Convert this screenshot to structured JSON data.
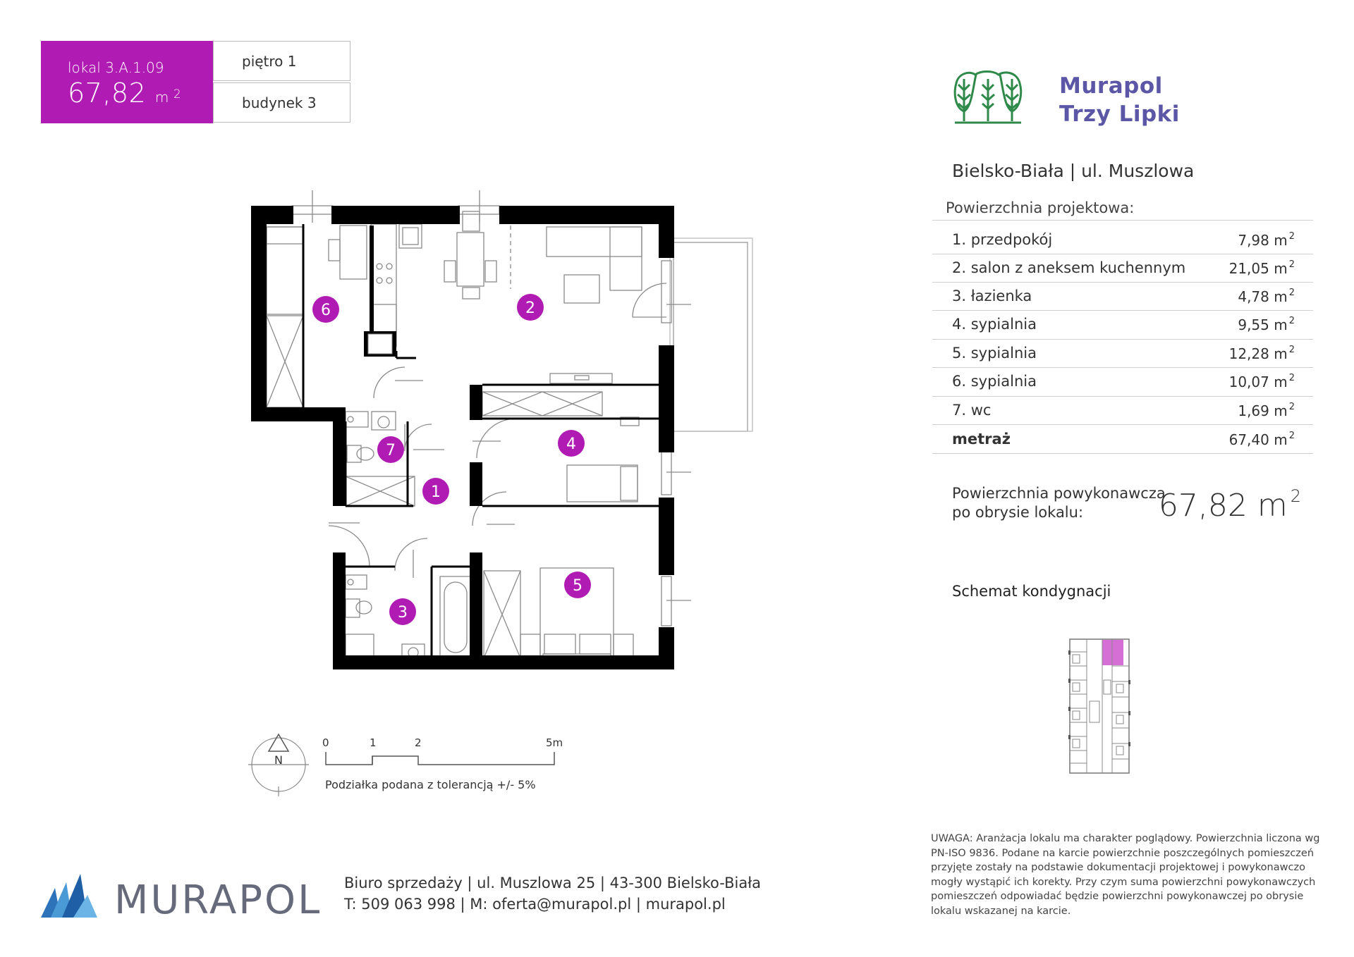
{
  "unit": {
    "label": "lokal  3.A.1.09",
    "area": "67,82",
    "area_unit": "m",
    "floor": "piętro 1",
    "building": "budynek 3"
  },
  "brand": {
    "line1": "Murapol",
    "line2": "Trzy Lipki",
    "color": "#5b57a6",
    "logo_green": "#2f8a4a"
  },
  "address": "Bielsko-Biała | ul. Muszlowa",
  "areas": {
    "heading": "Powierzchnia projektowa:",
    "rooms": [
      {
        "label": "1. przedpokój",
        "value": "7,98 m"
      },
      {
        "label": "2. salon z aneksem kuchennym",
        "value": "21,05 m"
      },
      {
        "label": "3. łazienka",
        "value": "4,78 m"
      },
      {
        "label": "4. sypialnia",
        "value": "9,55 m"
      },
      {
        "label": "5. sypialnia",
        "value": "12,28 m"
      },
      {
        "label": "6. sypialnia",
        "value": "10,07 m"
      },
      {
        "label": "7. wc",
        "value": "1,69 m"
      }
    ],
    "total": {
      "label": "metraż",
      "value": "67,40 m"
    },
    "sup": "2"
  },
  "as_built": {
    "label": "Powierzchnia powykonawcza po obrysie lokalu:",
    "value": "67,82 m",
    "sup": "2"
  },
  "schema_title": "Schemat kondygnacji",
  "plan": {
    "room_numbers": [
      "1",
      "2",
      "3",
      "4",
      "5",
      "6",
      "7"
    ],
    "accent": "#b01cb3",
    "compass": "N",
    "scale_ticks": [
      "0",
      "1",
      "2",
      "5m"
    ],
    "scale_note": "Podziałka podana z tolerancją +/- 5%"
  },
  "notice": "UWAGA: Aranżacja lokalu ma charakter poglądowy. Powierzchnia liczona wg PN-ISO 9836. Podane na karcie powierzchnie poszczególnych pomieszczeń przyjęte zostały na podstawie dokumentacji projektowej i powykonawczo mogły wystąpić ich korekty. Przy czym suma powierzchni powykonawczych pomieszczeń odpowiadać będzie powierzchni powykonawczej po obrysie lokalu wskazanej na karcie.",
  "footer": {
    "company": "MURAPOL",
    "office_line1": "Biuro sprzedaży | ul. Muszlowa 25 | 43-300 Bielsko-Biała",
    "office_line2": "T: 509 063 998 | M: oferta@murapol.pl | murapol.pl"
  }
}
